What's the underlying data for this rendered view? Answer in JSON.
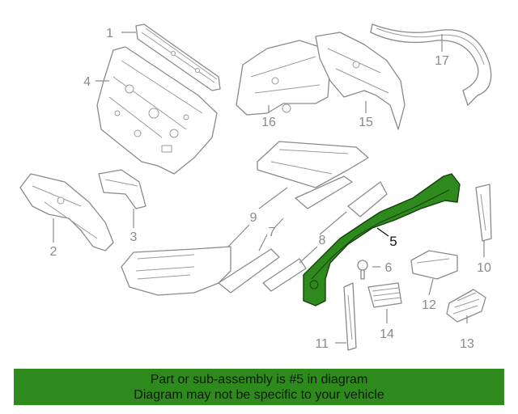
{
  "callouts": {
    "c1": "1",
    "c2": "2",
    "c3": "3",
    "c4": "4",
    "c5": "5",
    "c6": "6",
    "c7": "7",
    "c8": "8",
    "c9": "9",
    "c10": "10",
    "c11": "11",
    "c12": "12",
    "c13": "13",
    "c14": "14",
    "c15": "15",
    "c16": "16",
    "c17": "17"
  },
  "highlighted_part": "5",
  "colors": {
    "highlight": "#2f8a1e",
    "outline": "#8a8a8a",
    "banner": "#2f8a1e"
  },
  "banner": {
    "line1": "Part or sub-assembly is #5 in diagram",
    "line2": "Diagram may not be specific to your vehicle"
  }
}
